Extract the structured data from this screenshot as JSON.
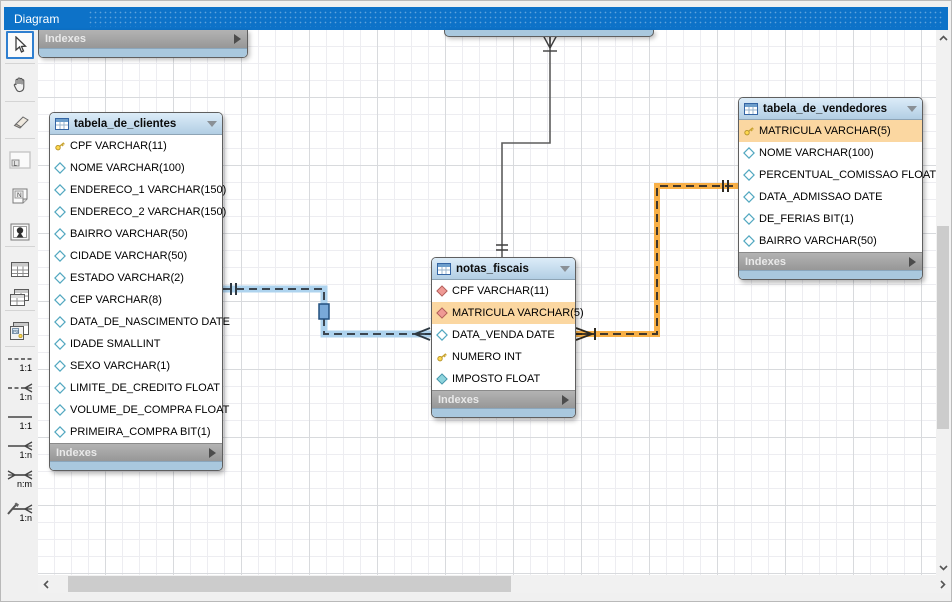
{
  "window": {
    "tab_title": "Diagram"
  },
  "toolbar": {
    "tools": [
      {
        "name": "pointer-tool",
        "selected": true
      },
      {
        "name": "hand-tool"
      },
      {
        "name": "eraser-tool"
      },
      {
        "name": "layer-tool"
      },
      {
        "name": "note-tool"
      },
      {
        "name": "image-tool"
      },
      {
        "name": "table-tool"
      },
      {
        "name": "view-tool"
      },
      {
        "name": "routine-group-tool"
      },
      {
        "name": "rel-1-1-non-identifying-tool",
        "label": "1:1",
        "line": "dashed"
      },
      {
        "name": "rel-1-n-non-identifying-tool",
        "label": "1:n",
        "line": "dashed"
      },
      {
        "name": "rel-1-1-identifying-tool",
        "label": "1:1",
        "line": "solid"
      },
      {
        "name": "rel-1-n-identifying-tool",
        "label": "1:n",
        "line": "solid"
      },
      {
        "name": "rel-n-m-identifying-tool",
        "label": "n:m",
        "line": "solid"
      },
      {
        "name": "rel-1-n-existing-columns-tool",
        "label": "1:n",
        "line": "solid"
      }
    ]
  },
  "canvas": {
    "partial_tables": [
      {
        "footer_label": "Indexes"
      }
    ],
    "tables": [
      {
        "name": "tabela_de_clientes",
        "footer_label": "Indexes",
        "columns": [
          {
            "icon": "primary-key",
            "text": "CPF VARCHAR(11)"
          },
          {
            "icon": "column",
            "text": "NOME VARCHAR(100)"
          },
          {
            "icon": "column",
            "text": "ENDERECO_1 VARCHAR(150)"
          },
          {
            "icon": "column",
            "text": "ENDERECO_2 VARCHAR(150)"
          },
          {
            "icon": "column",
            "text": "BAIRRO VARCHAR(50)"
          },
          {
            "icon": "column",
            "text": "CIDADE VARCHAR(50)"
          },
          {
            "icon": "column",
            "text": "ESTADO VARCHAR(2)"
          },
          {
            "icon": "column",
            "text": "CEP VARCHAR(8)"
          },
          {
            "icon": "column",
            "text": "DATA_DE_NASCIMENTO DATE"
          },
          {
            "icon": "column",
            "text": "IDADE SMALLINT"
          },
          {
            "icon": "column",
            "text": "SEXO VARCHAR(1)"
          },
          {
            "icon": "column",
            "text": "LIMITE_DE_CREDITO FLOAT"
          },
          {
            "icon": "column",
            "text": "VOLUME_DE_COMPRA FLOAT"
          },
          {
            "icon": "column",
            "text": "PRIMEIRA_COMPRA BIT(1)"
          }
        ]
      },
      {
        "name": "notas_fiscais",
        "footer_label": "Indexes",
        "columns": [
          {
            "icon": "foreign-key",
            "text": "CPF VARCHAR(11)"
          },
          {
            "icon": "foreign-key",
            "text": "MATRICULA VARCHAR(5)",
            "highlight": true
          },
          {
            "icon": "column",
            "text": "DATA_VENDA DATE"
          },
          {
            "icon": "primary-key",
            "text": "NUMERO INT"
          },
          {
            "icon": "column-filled",
            "text": "IMPOSTO FLOAT"
          }
        ]
      },
      {
        "name": "tabela_de_vendedores",
        "footer_label": "Indexes",
        "columns": [
          {
            "icon": "primary-key",
            "text": "MATRICULA VARCHAR(5)",
            "highlight": true
          },
          {
            "icon": "column",
            "text": "NOME VARCHAR(100)"
          },
          {
            "icon": "column",
            "text": "PERCENTUAL_COMISSAO FLOAT"
          },
          {
            "icon": "column",
            "text": "DATA_ADMISSAO DATE"
          },
          {
            "icon": "column",
            "text": "DE_FERIAS BIT(1)"
          },
          {
            "icon": "column",
            "text": "BAIRRO VARCHAR(50)"
          }
        ]
      }
    ],
    "relationships": [
      {
        "from": "tabela_de_clientes",
        "to": "notas_fiscais",
        "cardinality": "1:n",
        "line": "dashed",
        "state": "selected"
      },
      {
        "from": "tabela_de_vendedores",
        "to": "notas_fiscais",
        "cardinality": "1:n",
        "line": "dashed",
        "state": "highlighted"
      },
      {
        "from": null,
        "to": "notas_fiscais",
        "cardinality": "n:1",
        "line": "solid",
        "state": "normal"
      }
    ]
  },
  "colors": {
    "title_bar_blue": "#0d72c8",
    "table_header_blue": "#c5dcEE",
    "row_highlight_orange": "#fbd7a1",
    "selected_relationship_halo": "#aed3ee",
    "highlighted_relationship_halo": "#f7a733",
    "indexes_footer_gray": "#a5a5a5",
    "table_strip_blue": "#a9c8de",
    "primary_key_icon_yellow": "#ffd84d",
    "foreign_key_icon_red": "#ef9a95",
    "column_icon_teal": "#52a8c0"
  },
  "icons": {
    "caret-down": "collapse table caret",
    "arrow-right": "expand indexes section",
    "scroll-arrows": "scrollbar chevrons"
  }
}
